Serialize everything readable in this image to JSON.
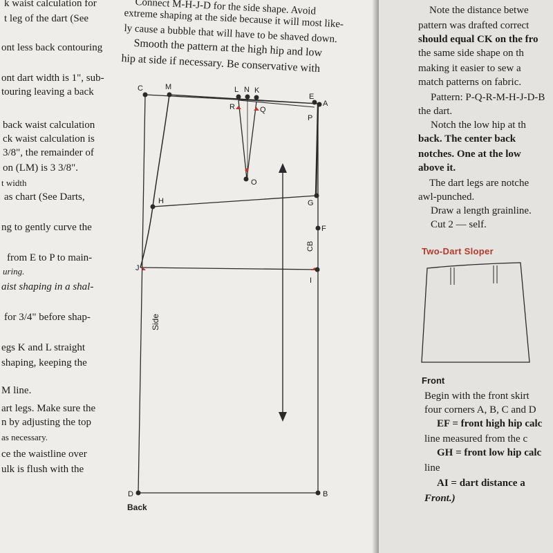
{
  "left_column": [
    "k waist calculation for",
    "t leg of the dart (See",
    "ont less back contouring",
    "ont dart width is 1\", sub-",
    "touring leaving a back",
    "back waist calculation",
    "ck waist calculation is",
    "3/8\", the remainder of",
    "on (LM) is 3 3/8\".",
    "t width",
    "as chart (See Darts,",
    "ng to gently curve the",
    "from E to P to main-",
    "uring.",
    "aist shaping in a shal-",
    "for 3/4\" before shap-",
    "egs K and L straight",
    "shaping, keeping the",
    "M line.",
    "art legs. Make sure the",
    "n by adjusting the top",
    "as necessary.",
    "ce the waistline over",
    "ulk is flush with the"
  ],
  "center_top": [
    "Connect M-H-J-D for the side shape. Avoid",
    "extreme shaping at the side because it will most like-",
    "ly cause a bubble that will have to be shaved down.",
    "Smooth the pattern at the high hip and low",
    "hip at side if necessary. Be conservative with"
  ],
  "diagram": {
    "points": [
      "C",
      "M",
      "L",
      "N",
      "K",
      "E",
      "A",
      "R",
      "Q",
      "P",
      "O",
      "H",
      "G",
      "F",
      "J",
      "I",
      "D",
      "B"
    ],
    "side_label": "Side",
    "cb_label": "CB",
    "caption": "Back"
  },
  "right_column": [
    "Note the distance betwe",
    "pattern was drafted correct",
    "should equal CK on the fro",
    "the same side shape on th",
    "making it easier to sew a",
    "match patterns on fabric.",
    "Pattern: P-Q-R-M-H-J-D-B",
    "the dart.",
    "Notch the low hip at th",
    "back. The center back",
    "notches. One at the low",
    "above it.",
    "The dart legs are notche",
    "awl-punched.",
    "Draw a length grainline.",
    "Cut 2 — self."
  ],
  "sloper_title": "Two-Dart Sloper",
  "front_section": {
    "heading": "Front",
    "lines": [
      "Begin with the front skirt",
      "four corners A, B, C and D",
      "EF = front high hip calc",
      "line measured from the c",
      "GH = front low hip calc",
      "line",
      "AI = dart distance a",
      "Front.)"
    ]
  },
  "colors": {
    "accent_red": "#b33a2a",
    "dart_red": "#c0392b",
    "ink": "#1c1c1c"
  }
}
